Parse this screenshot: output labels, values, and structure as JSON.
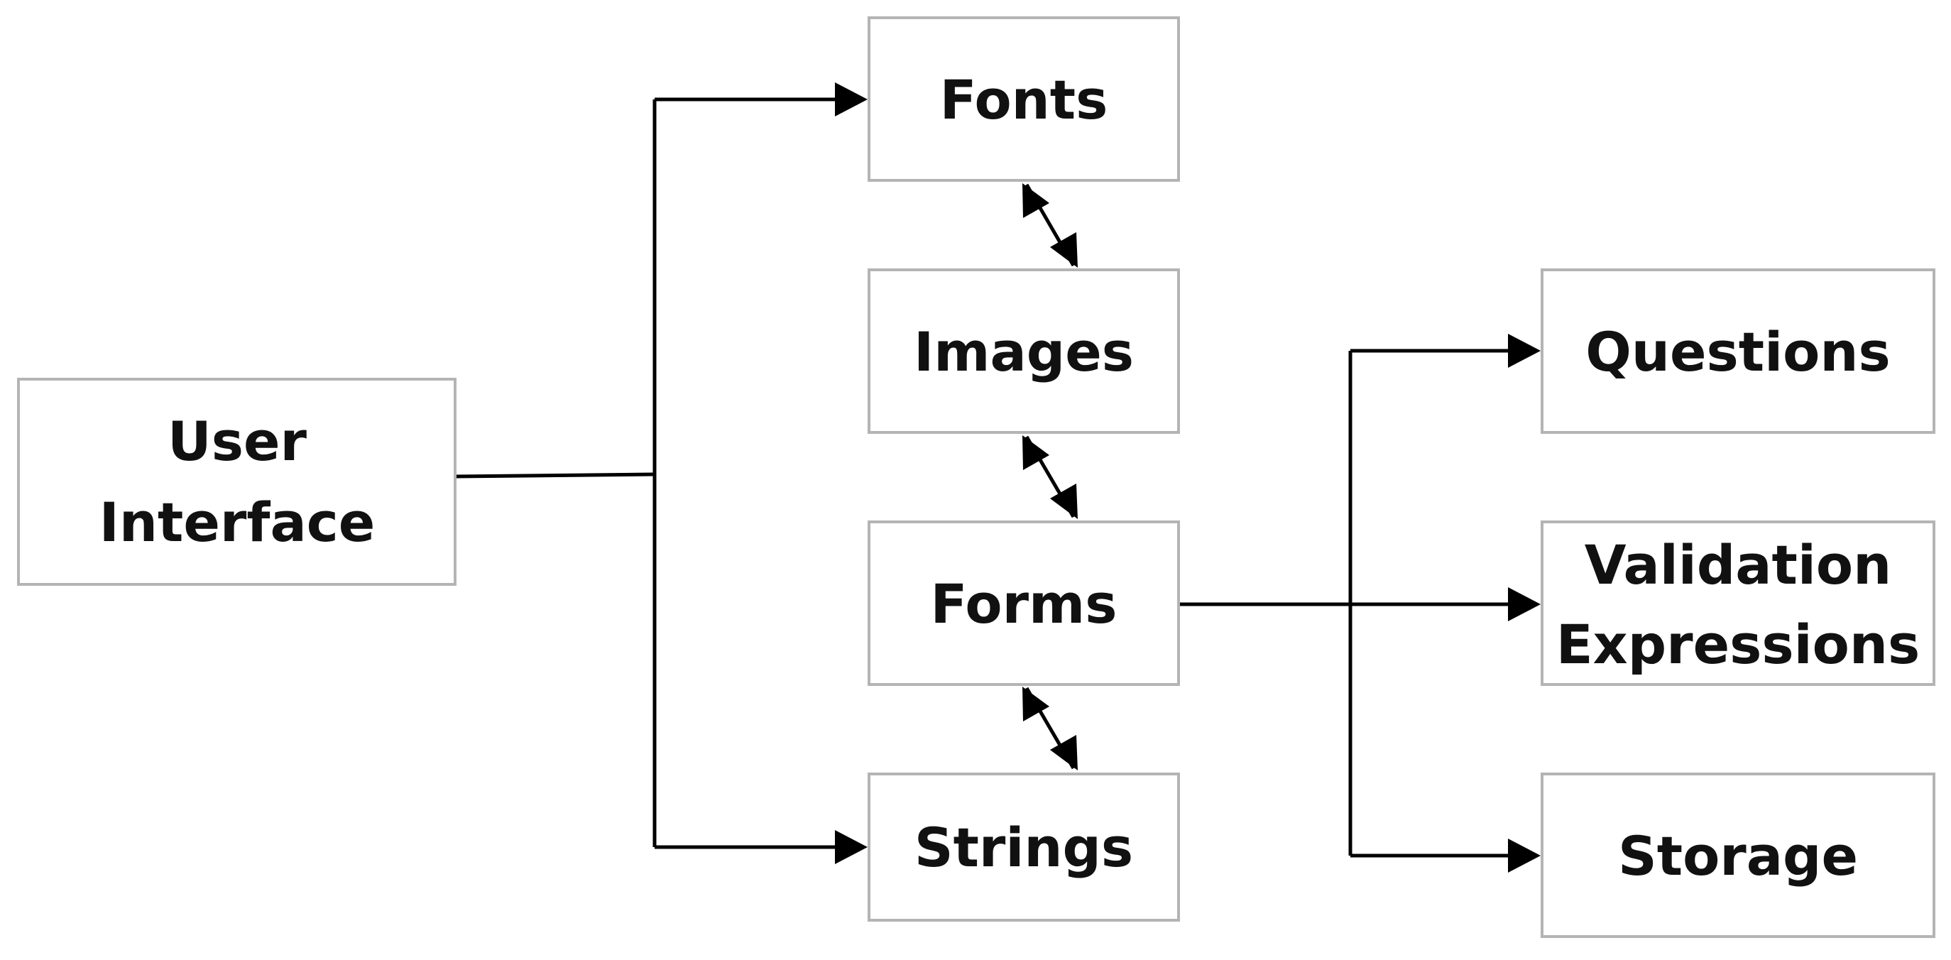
{
  "diagram": {
    "nodes": {
      "user_interface": {
        "lines": [
          "User",
          "Interface"
        ]
      },
      "fonts": {
        "lines": [
          "Fonts"
        ]
      },
      "images": {
        "lines": [
          "Images"
        ]
      },
      "forms": {
        "lines": [
          "Forms"
        ]
      },
      "strings": {
        "lines": [
          "Strings"
        ]
      },
      "questions": {
        "lines": [
          "Questions"
        ]
      },
      "validation_expressions": {
        "lines": [
          "Validation",
          "Expressions"
        ]
      },
      "storage": {
        "lines": [
          "Storage"
        ]
      }
    },
    "edges": [
      {
        "from": "user_interface",
        "to": "fonts",
        "direction": "forward"
      },
      {
        "from": "user_interface",
        "to": "strings",
        "direction": "forward"
      },
      {
        "from": "fonts",
        "to": "images",
        "direction": "both"
      },
      {
        "from": "images",
        "to": "forms",
        "direction": "both"
      },
      {
        "from": "forms",
        "to": "strings",
        "direction": "both"
      },
      {
        "from": "forms",
        "to": "questions",
        "direction": "forward"
      },
      {
        "from": "forms",
        "to": "validation_expressions",
        "direction": "forward"
      },
      {
        "from": "forms",
        "to": "storage",
        "direction": "forward"
      }
    ]
  }
}
